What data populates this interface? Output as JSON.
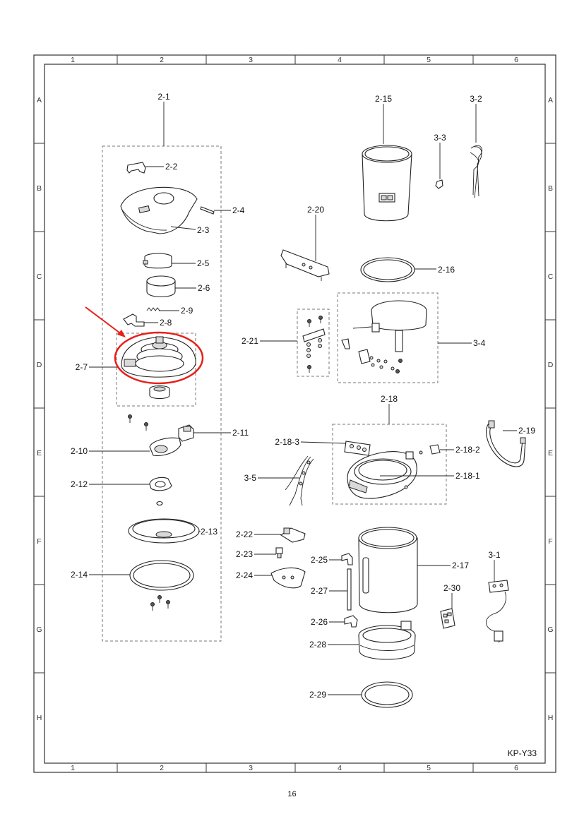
{
  "grid": {
    "columns": [
      "1",
      "2",
      "3",
      "4",
      "5",
      "6"
    ],
    "rows": [
      "A",
      "B",
      "C",
      "D",
      "E",
      "F",
      "G",
      "H"
    ]
  },
  "model": "KP-Y33",
  "page_number": "16",
  "highlight_color": "#e8201a",
  "labels": {
    "p2_1": "2-1",
    "p2_2": "2-2",
    "p2_3": "2-3",
    "p2_4": "2-4",
    "p2_5": "2-5",
    "p2_6": "2-6",
    "p2_7": "2-7",
    "p2_8": "2-8",
    "p2_9": "2-9",
    "p2_10": "2-10",
    "p2_11": "2-11",
    "p2_12": "2-12",
    "p2_13": "2-13",
    "p2_14": "2-14",
    "p2_15": "2-15",
    "p2_16": "2-16",
    "p2_17": "2-17",
    "p2_18": "2-18",
    "p2_18_1": "2-18-1",
    "p2_18_2": "2-18-2",
    "p2_18_3": "2-18-3",
    "p2_19": "2-19",
    "p2_20": "2-20",
    "p2_21": "2-21",
    "p2_22": "2-22",
    "p2_23": "2-23",
    "p2_24": "2-24",
    "p2_25": "2-25",
    "p2_26": "2-26",
    "p2_27": "2-27",
    "p2_28": "2-28",
    "p2_29": "2-29",
    "p2_30": "2-30",
    "p3_1": "3-1",
    "p3_2": "3-2",
    "p3_3": "3-3",
    "p3_4": "3-4",
    "p3_5": "3-5"
  }
}
